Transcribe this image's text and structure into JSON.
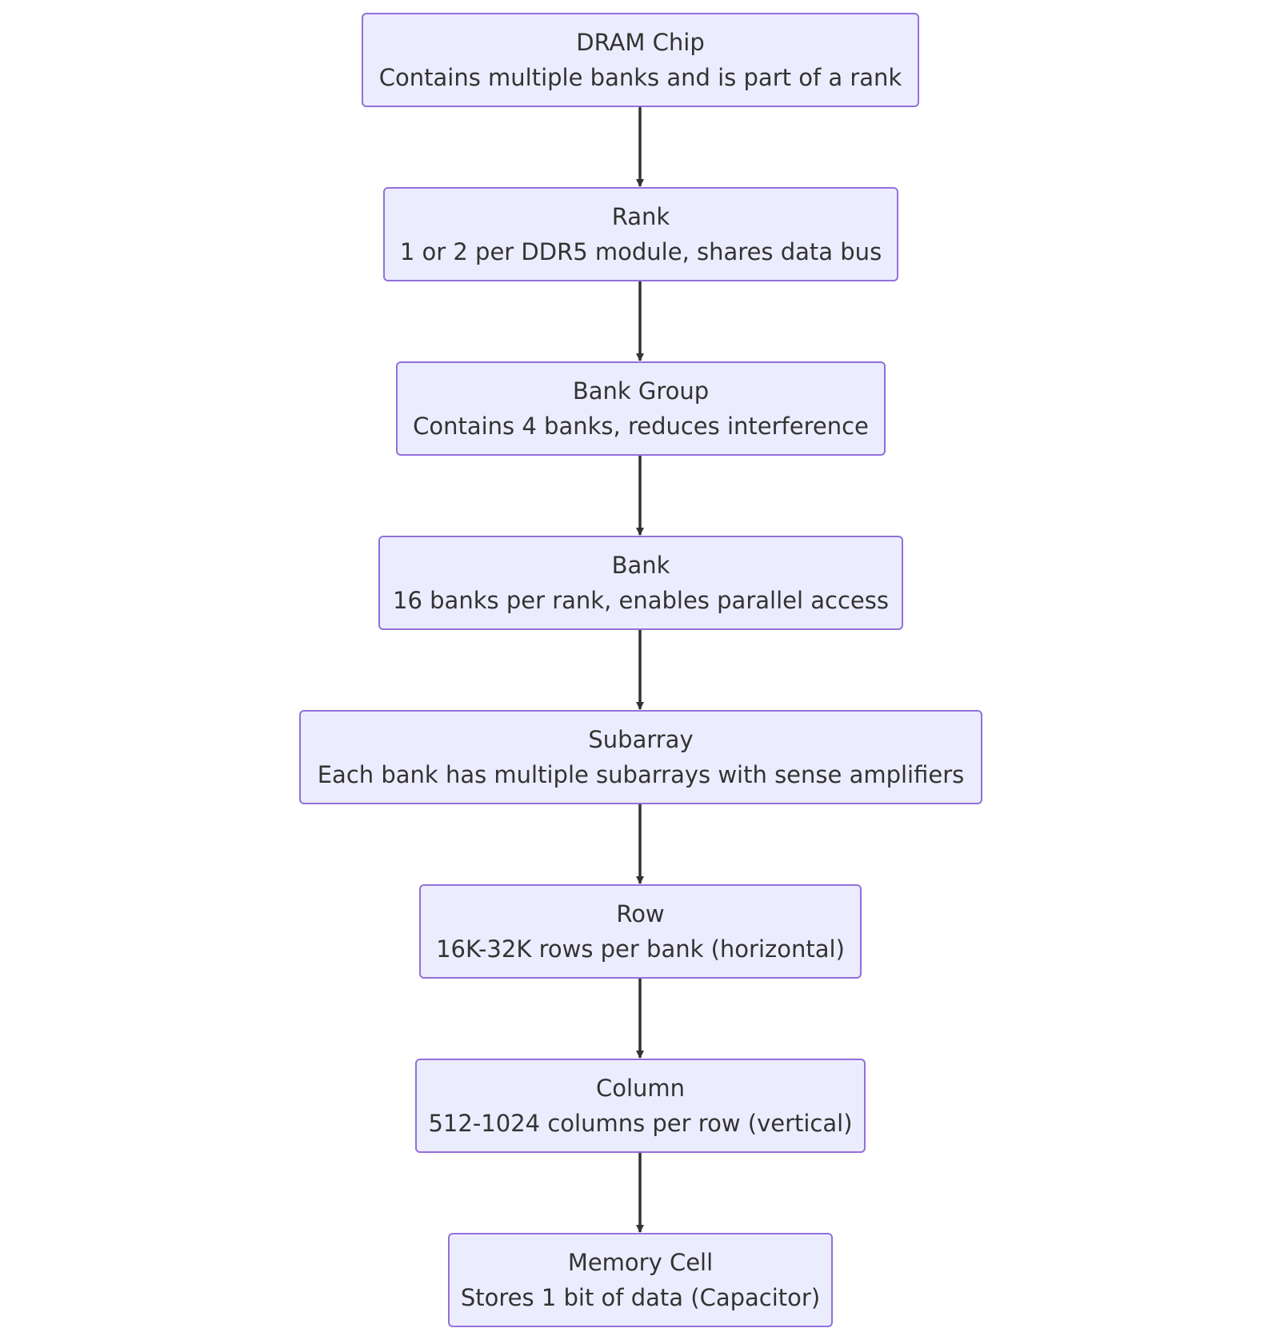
{
  "nodes": [
    {
      "title": "DRAM Chip",
      "description": "Contains multiple banks and is part of a rank"
    },
    {
      "title": "Rank",
      "description": "1 or 2 per DDR5 module, shares data bus"
    },
    {
      "title": "Bank Group",
      "description": "Contains 4 banks, reduces interference"
    },
    {
      "title": "Bank",
      "description": "16 banks per rank, enables parallel access"
    },
    {
      "title": "Subarray",
      "description": "Each bank has multiple subarrays with sense amplifiers"
    },
    {
      "title": "Row",
      "description": "16K-32K rows per bank (horizontal)"
    },
    {
      "title": "Column",
      "description": "512-1024 columns per row (vertical)"
    },
    {
      "title": "Memory Cell",
      "description": "Stores 1 bit of data (Capacitor)"
    }
  ],
  "edges": [
    {
      "from": "DRAM Chip",
      "to": "Rank"
    },
    {
      "from": "Rank",
      "to": "Bank Group"
    },
    {
      "from": "Bank Group",
      "to": "Bank"
    },
    {
      "from": "Bank",
      "to": "Subarray"
    },
    {
      "from": "Subarray",
      "to": "Row"
    },
    {
      "from": "Row",
      "to": "Column"
    },
    {
      "from": "Column",
      "to": "Memory Cell"
    }
  ],
  "colors": {
    "node_fill": "#ECECFF",
    "node_border": "#9370DB",
    "text": "#333333",
    "edge": "#333333"
  }
}
